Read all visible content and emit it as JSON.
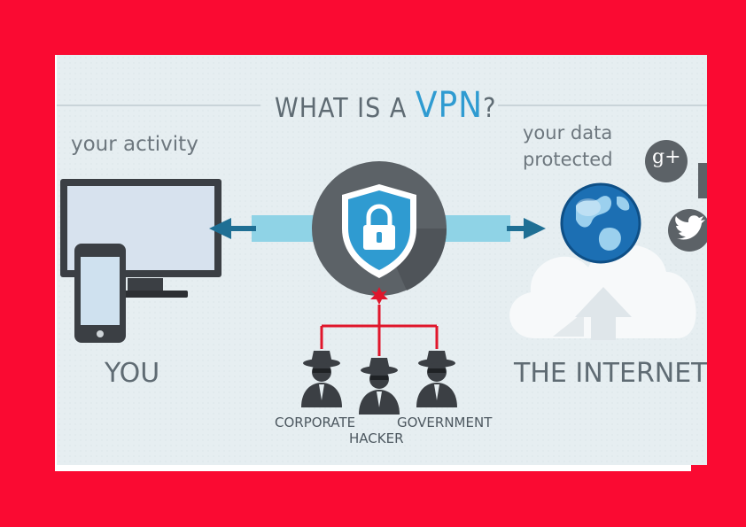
{
  "title": {
    "prefix": "WHAT IS A ",
    "accent": "VPN",
    "suffix": "?"
  },
  "left": {
    "caption": "your activity",
    "label": "YOU"
  },
  "right": {
    "caption_line1": "your data",
    "caption_line2": "protected",
    "label": "THE INTERNET"
  },
  "threats": {
    "left": "CORPORATE",
    "center": "HACKER",
    "right": "GOVERNMENT"
  },
  "social": {
    "gplus": "g+"
  },
  "colors": {
    "frame": "#fa0a32",
    "panel_bg": "#e6eef1",
    "accent_blue": "#2f9bd1",
    "arrow_light": "#8fd3e6",
    "arrow_dark": "#1f6f94",
    "text_gray": "#5f6b73",
    "threat_red": "#e0162b",
    "device_dark": "#3b3f44"
  },
  "icons": [
    "monitor-icon",
    "phone-icon",
    "shield-lock-icon",
    "globe-icon",
    "cloud-upload-icon",
    "gplus-icon",
    "twitter-icon",
    "spy-icon"
  ]
}
